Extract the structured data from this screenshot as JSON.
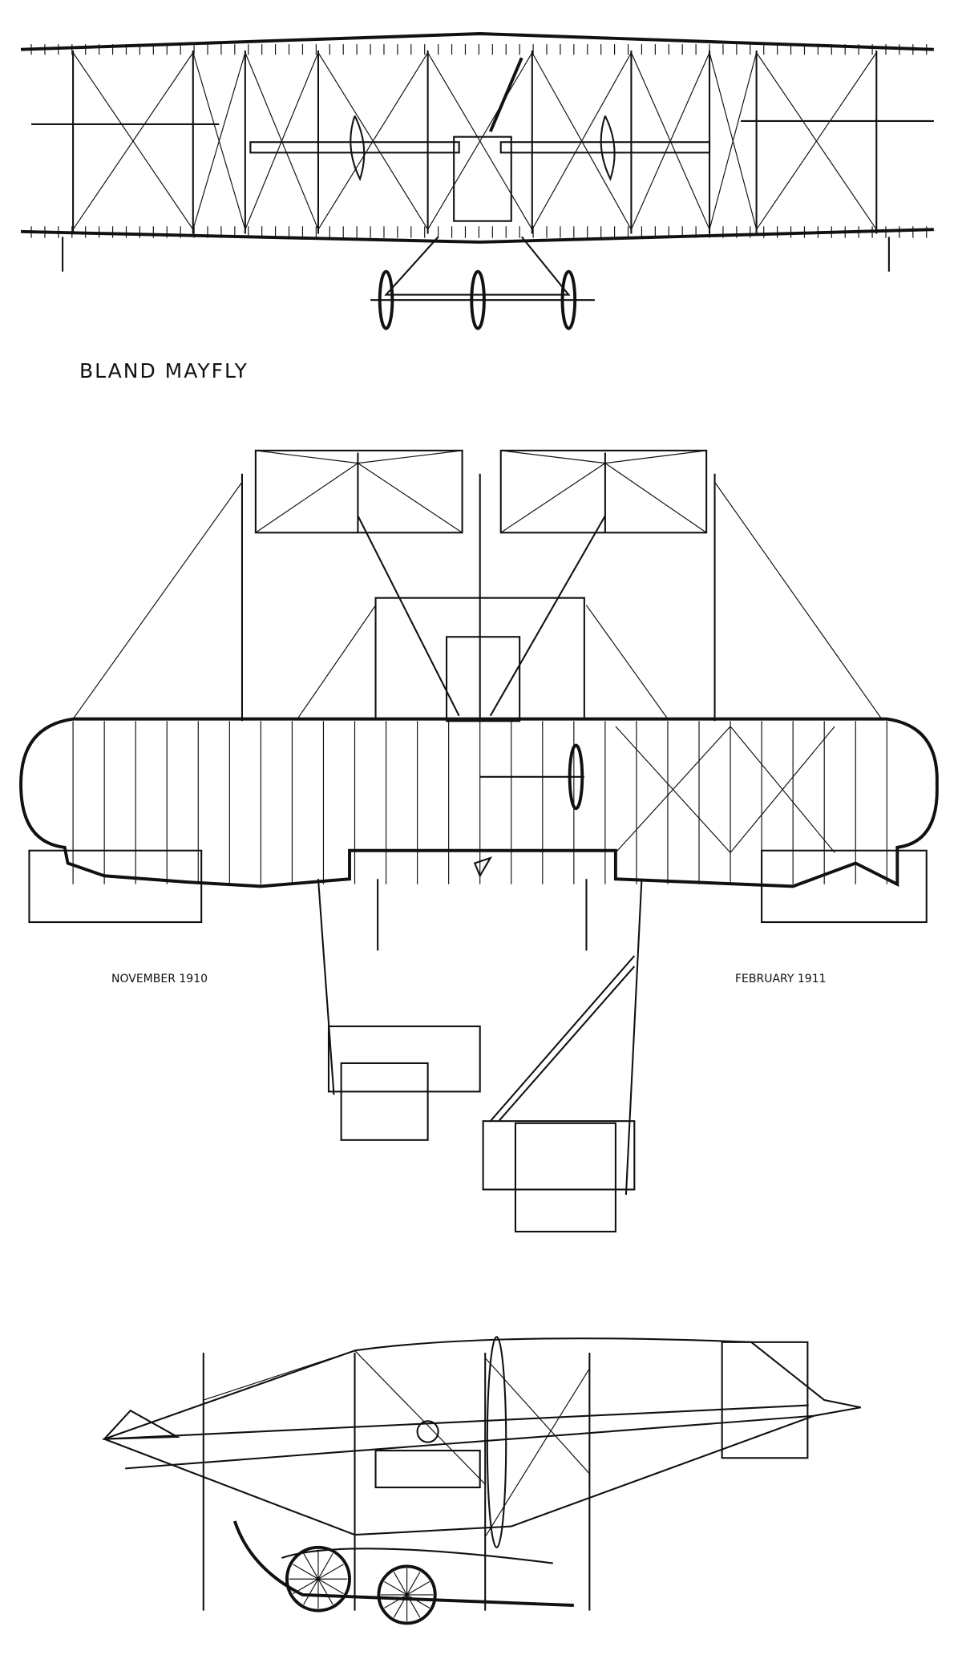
{
  "title": "BLAND MAYFLY",
  "captions": {
    "left": "NOVEMBER 1910",
    "right": "FEBRUARY 1911"
  },
  "colors": {
    "ink": "#111111",
    "paper": "#ffffff"
  }
}
